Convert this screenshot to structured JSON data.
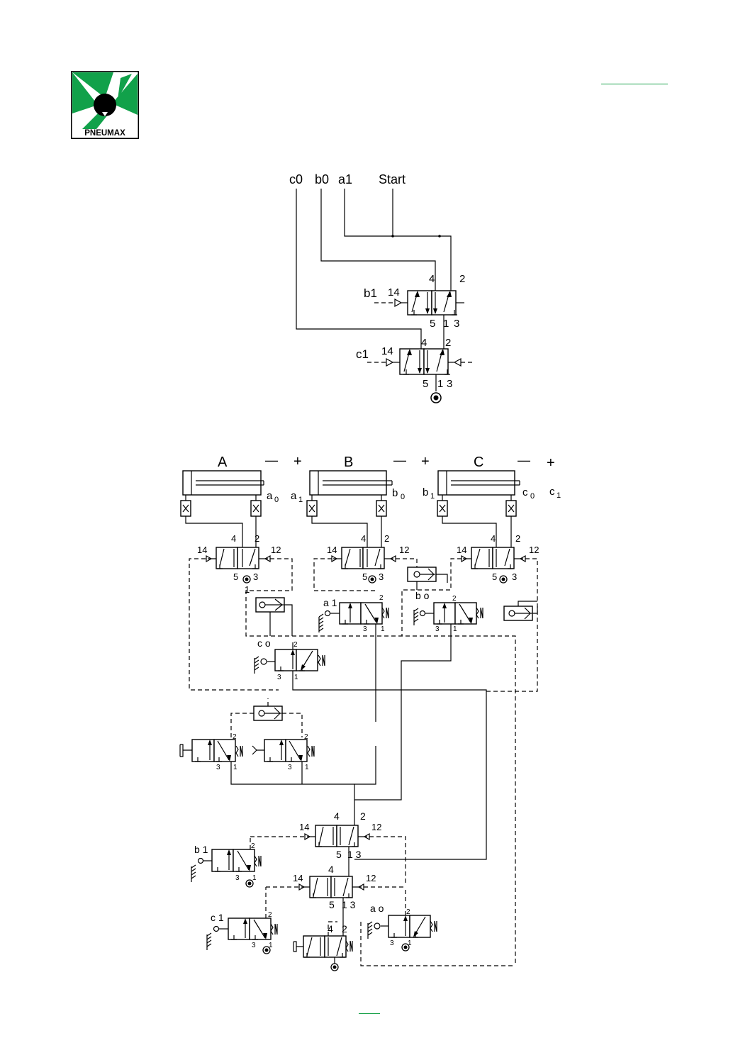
{
  "logo": {
    "text": "PNEUMAX",
    "colors": {
      "green": "#11a14a",
      "black": "#000000"
    }
  },
  "header_rule": {
    "color": "#1aa34a"
  },
  "footer_rule": {
    "color": "#1aa34a"
  },
  "memory_circuit": {
    "signals": {
      "c0": "c0",
      "b0": "b0",
      "a1": "a1",
      "start": "Start"
    },
    "valve_upper": {
      "pilot_left": "b1",
      "pilot_port": "14",
      "ports": {
        "p4": "4",
        "p2": "2",
        "p5": "5",
        "p1": "1",
        "p3": "3"
      }
    },
    "valve_lower": {
      "pilot_left": "c1",
      "pilot_port": "14",
      "ports": {
        "p4": "4",
        "p2": "2",
        "p5": "5",
        "p1": "1",
        "p3": "3"
      }
    }
  },
  "main_circuit": {
    "cylinders": [
      {
        "name": "A",
        "minus": "—",
        "plus": "+"
      },
      {
        "name": "B",
        "minus": "—",
        "plus": "+"
      },
      {
        "name": "C",
        "minus": "—",
        "plus": "+"
      }
    ],
    "sensors": {
      "a0": "a",
      "a0_sub": "0",
      "a1": "a",
      "a1_sub": "1",
      "b0": "b",
      "b0_sub": "0",
      "b1": "b",
      "b1_sub": "1",
      "c0": "c",
      "c0_sub": "0",
      "c1": "c",
      "c1_sub": "1"
    },
    "port_labels": {
      "p14": "14",
      "p12": "12",
      "p4": "4",
      "p2": "2",
      "p5": "5",
      "p3": "3",
      "p1": "1",
      "p13": "1 3"
    },
    "limit_labels": {
      "a1": "a 1",
      "bo": "b o",
      "co": "c o",
      "b1": "b 1",
      "c1": "c 1",
      "ao": "a o"
    }
  }
}
